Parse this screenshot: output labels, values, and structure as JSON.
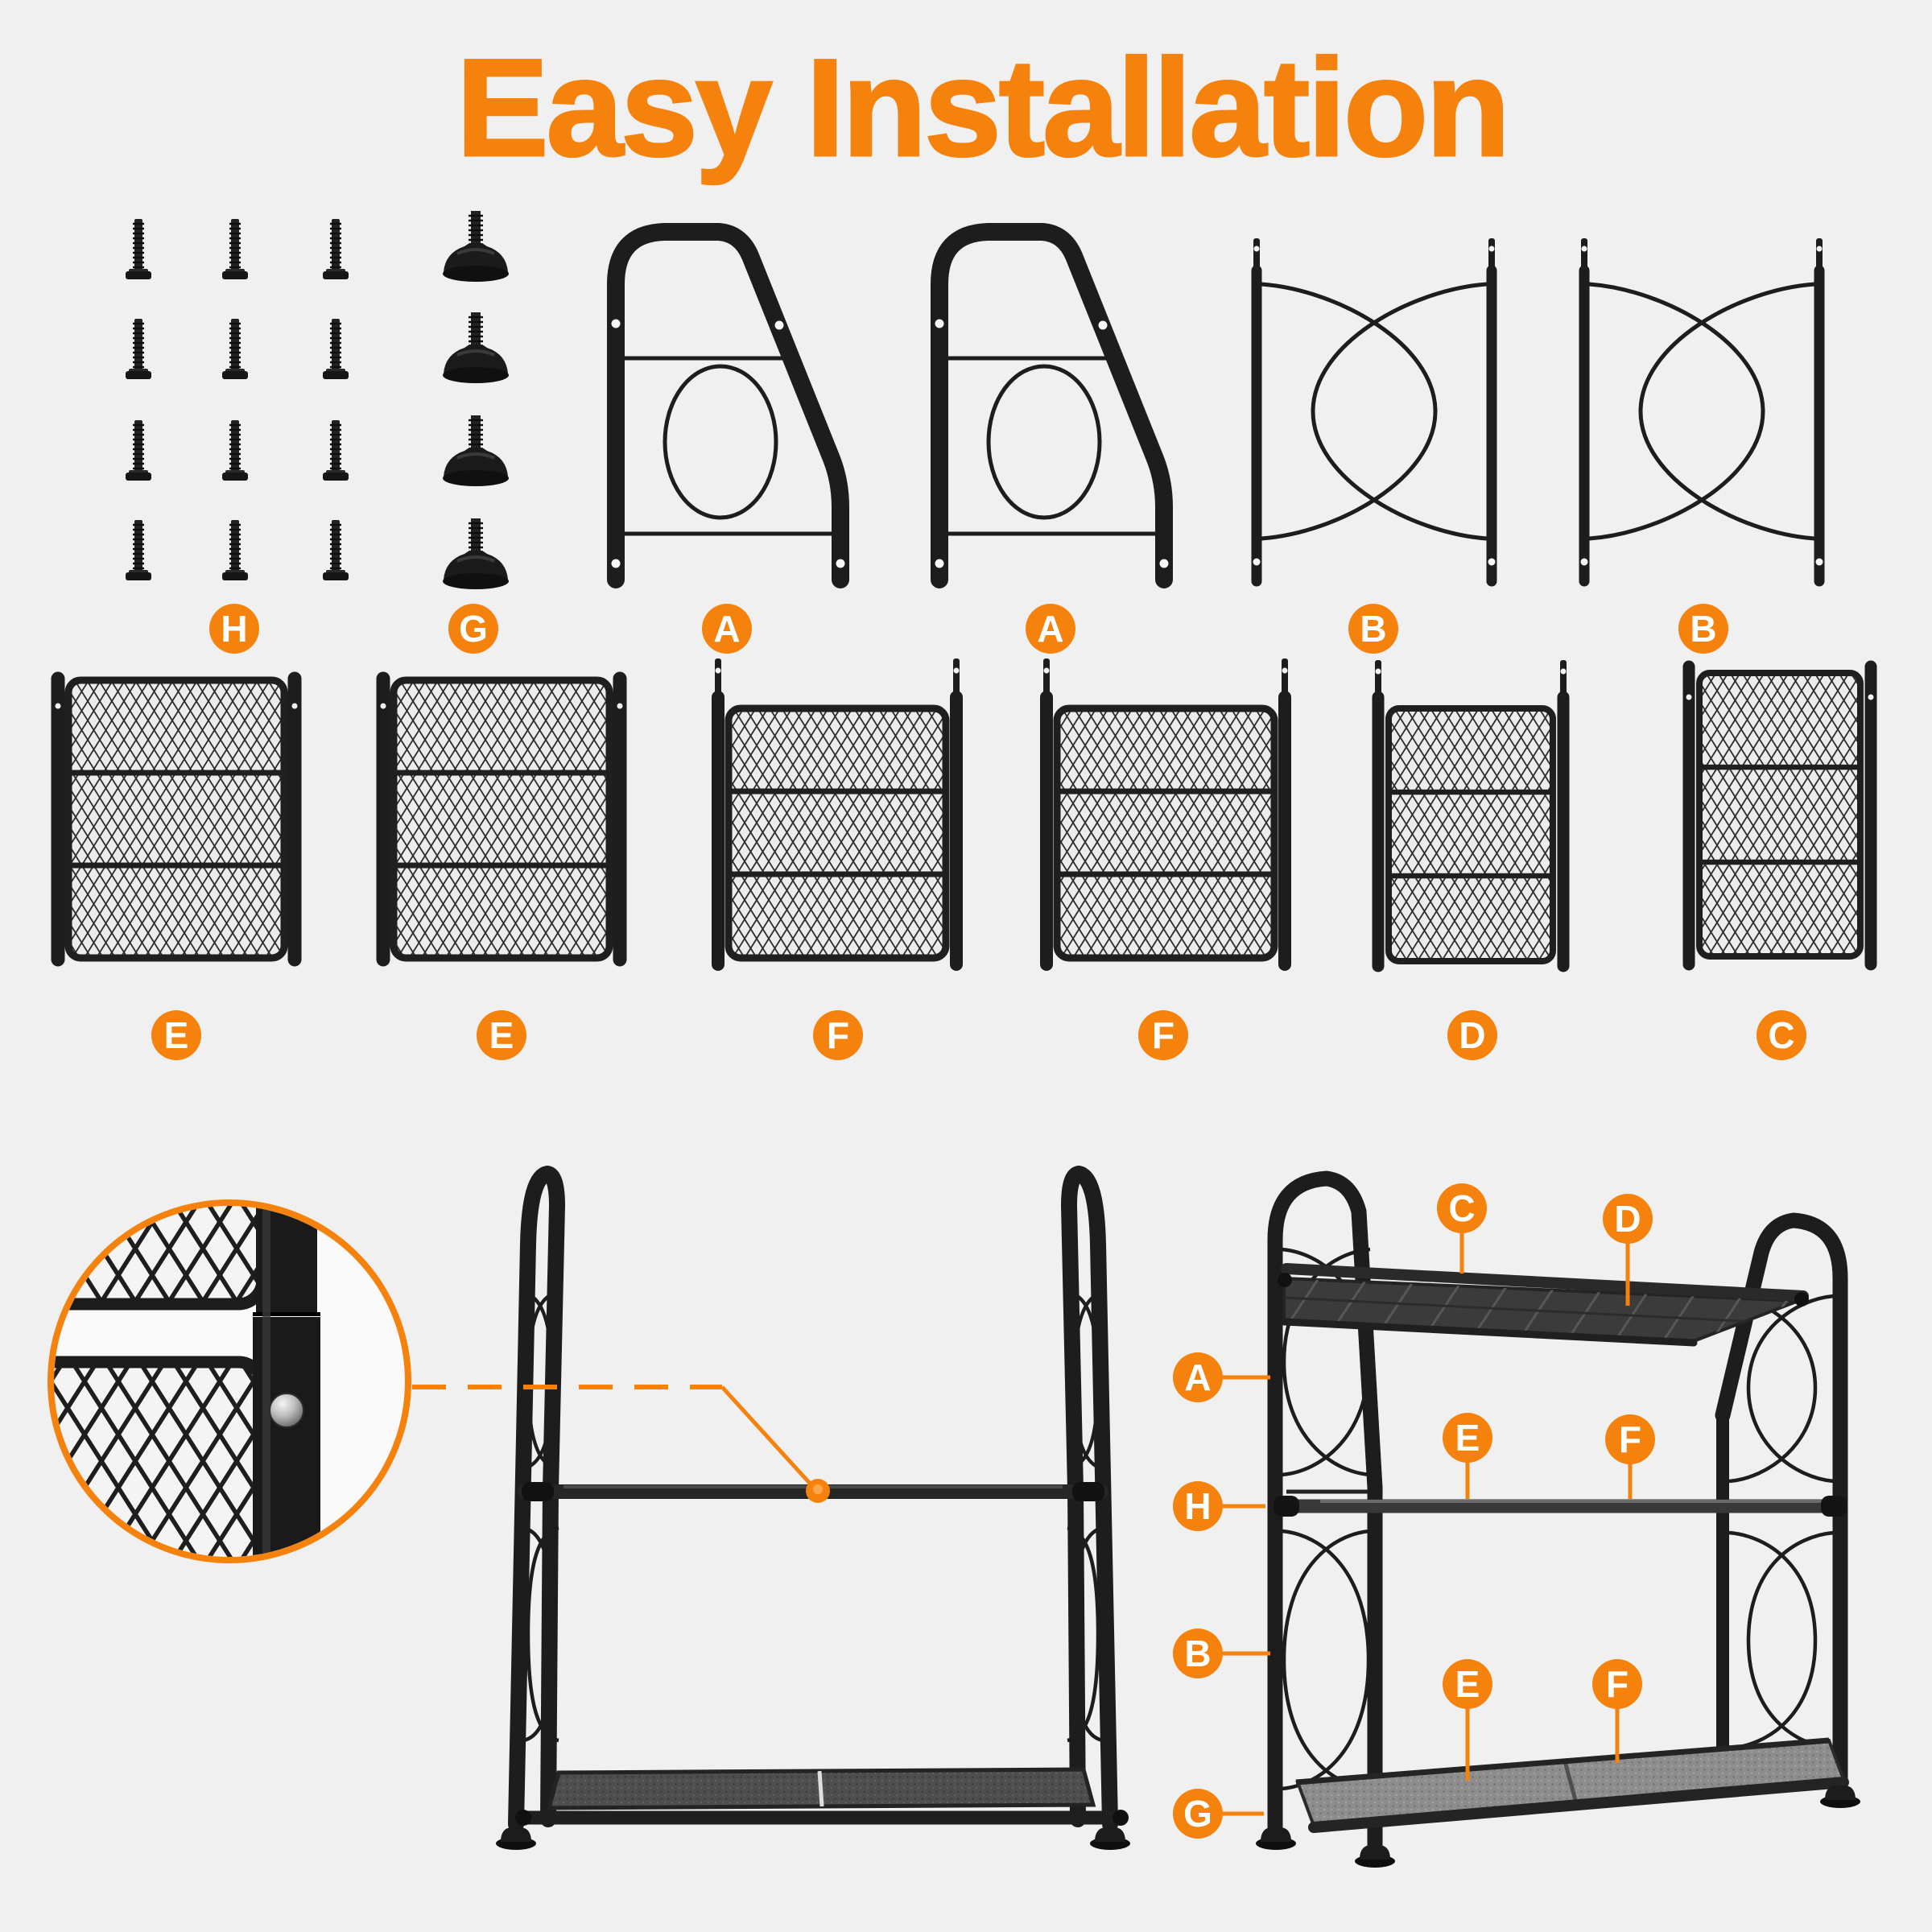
{
  "title": "Easy Installation",
  "colors": {
    "accent": "#F5820D",
    "background": "#F0F0F0",
    "frame_metal": "#1D1D1D",
    "shelf_mesh_dark": "#565656",
    "shelf_mesh_light": "#8D8D8D"
  },
  "labels": {
    "row1": [
      "H",
      "G",
      "A",
      "A",
      "B",
      "B"
    ],
    "row2": [
      "E",
      "E",
      "F",
      "F",
      "D",
      "C"
    ],
    "callouts": {
      "c": "C",
      "d": "D",
      "a": "A",
      "e_mid": "E",
      "f_mid": "F",
      "h": "H",
      "b": "B",
      "e_bottom": "E",
      "f_bottom": "F",
      "g": "G"
    }
  },
  "part_counts": {
    "screws": 12,
    "feet": 4
  }
}
